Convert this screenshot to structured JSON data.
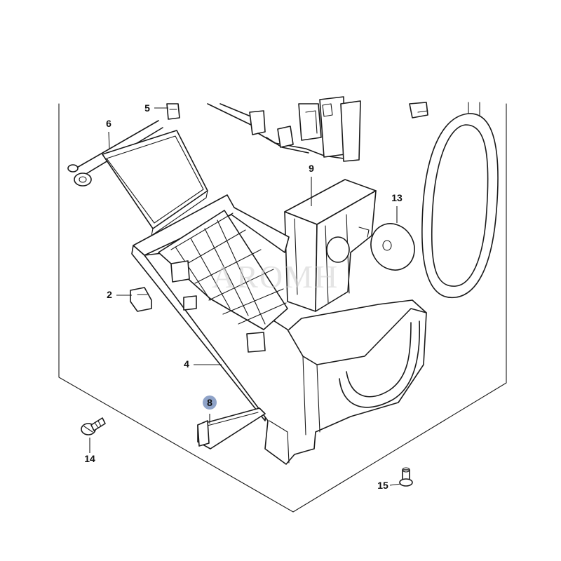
{
  "watermark": "AROMH",
  "highlight_color": "#8fa3c8",
  "callouts": [
    {
      "id": "5",
      "label": "5",
      "anchor": "bracket-clip"
    },
    {
      "id": "6",
      "label": "6",
      "anchor": "lid-with-hinge-rod"
    },
    {
      "id": "9",
      "label": "9",
      "anchor": "vertical-guide"
    },
    {
      "id": "13",
      "label": "13",
      "anchor": "round-seal"
    },
    {
      "id": "2",
      "label": "2",
      "anchor": "small-clip"
    },
    {
      "id": "4",
      "label": "4",
      "anchor": "main-housing"
    },
    {
      "id": "8",
      "label": "8",
      "anchor": "bottom-bracket",
      "highlighted": true
    },
    {
      "id": "14",
      "label": "14",
      "anchor": "screw"
    },
    {
      "id": "15",
      "label": "15",
      "anchor": "bolt"
    }
  ]
}
